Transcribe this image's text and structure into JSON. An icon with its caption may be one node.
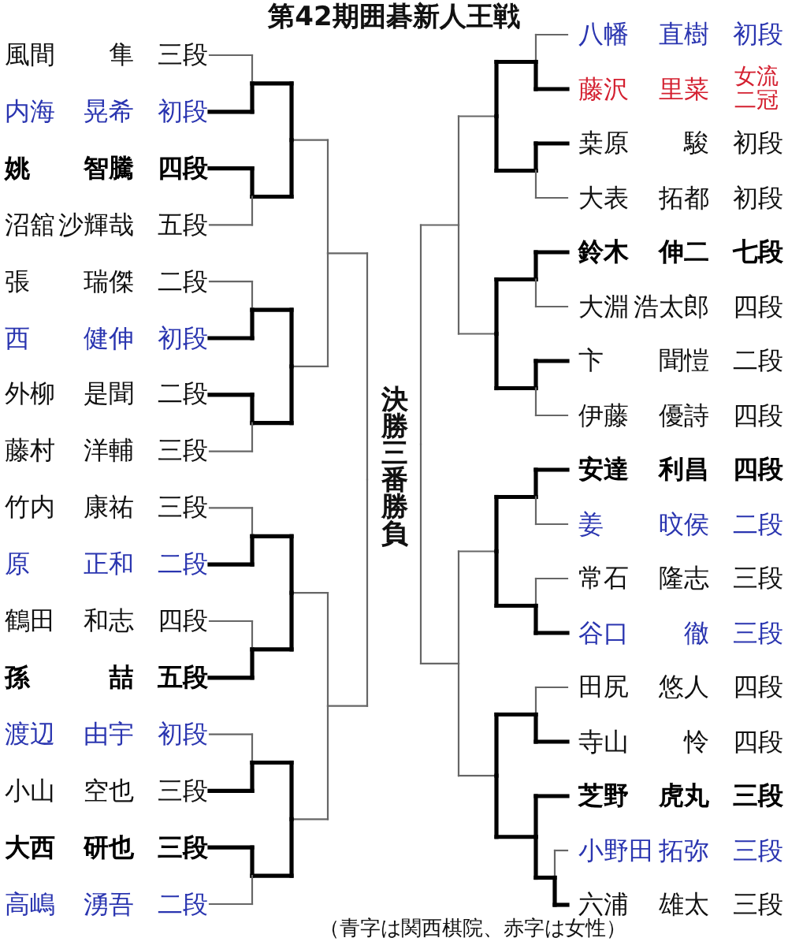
{
  "diagram": {
    "title": "第42期囲碁新人王戦",
    "caption": "（青字は関西棋院、赤字は女性）",
    "labels": [
      "風間",
      "隼",
      "三段",
      "内海",
      "晃希",
      "初段",
      "姚",
      "智騰",
      "四段",
      "沼舘",
      "沙輝哉",
      "五段",
      "張",
      "瑞傑",
      "二段",
      "西",
      "健伸",
      "初段",
      "外柳",
      "是聞",
      "二段",
      "藤村",
      "洋輔",
      "三段",
      "竹内",
      "康祐",
      "三段",
      "原",
      "正和",
      "二段",
      "鶴田",
      "和志",
      "四段",
      "孫",
      "喆",
      "五段",
      "渡辺",
      "由宇",
      "初段",
      "小山",
      "空也",
      "三段",
      "大西",
      "研也",
      "三段",
      "高嶋",
      "湧吾",
      "二段",
      "決勝三番勝負",
      "八幡",
      "直樹",
      "初段",
      "藤沢",
      "里菜",
      "女流二冠",
      "桒原",
      "駿",
      "初段",
      "大表",
      "拓都",
      "初段",
      "鈴木",
      "伸二",
      "七段",
      "大淵",
      "浩太郎",
      "四段",
      "卞",
      "聞愷",
      "二段",
      "伊藤",
      "優詩",
      "四段",
      "安達",
      "利昌",
      "四段",
      "姜",
      "旼侯",
      "二段",
      "常石",
      "隆志",
      "三段",
      "谷口",
      "徹",
      "三段",
      "田尻",
      "悠人",
      "四段",
      "寺山",
      "怜",
      "四段",
      "芝野",
      "虎丸",
      "三段",
      "小野田",
      "拓弥",
      "三段",
      "六浦",
      "雄太",
      "三段"
    ]
  }
}
